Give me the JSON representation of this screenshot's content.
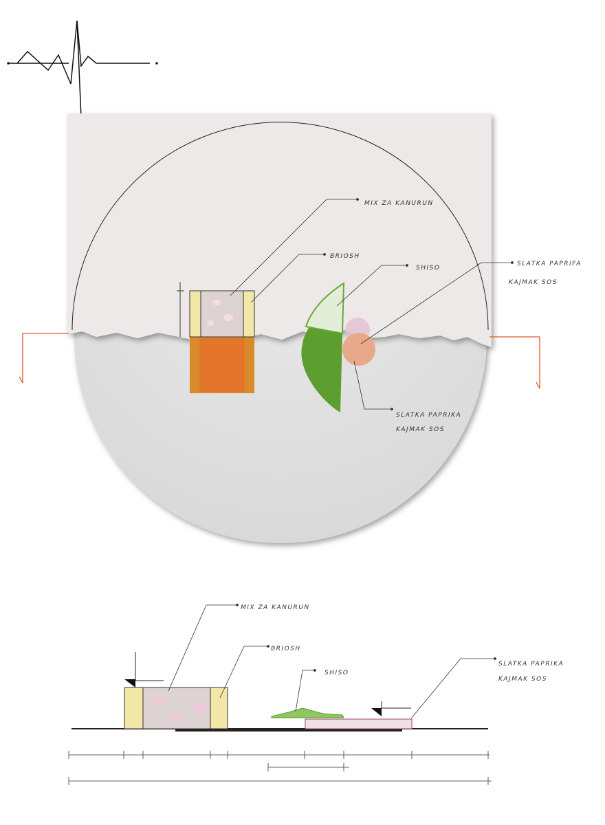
{
  "plan_view": {
    "labels": {
      "filling": "MIX ZA KANURUN",
      "brioche": "BRIOSH",
      "shiso": "SHISO",
      "sauce_top_line1": "SLATKA PAPRIFA",
      "sauce_top_line2": "KAJMAK SOS",
      "sauce_bottom_line1": "SLATKA PAPRIKA",
      "sauce_bottom_line2": "KAJMAK SOS"
    }
  },
  "section_view": {
    "labels": {
      "filling": "MIX ZA KANURUN",
      "brioche": "BRIOSH",
      "shiso": "SHISO",
      "sauce_line1": "SLATKA PAPRIKA",
      "sauce_line2": "KAJMAK SOS"
    }
  },
  "colors": {
    "accent_orange": "#e8562a",
    "brioche_yellow": "#f3e7a8",
    "shiso_green": "#6aa83a",
    "sauce_pink": "#e8a98a"
  }
}
